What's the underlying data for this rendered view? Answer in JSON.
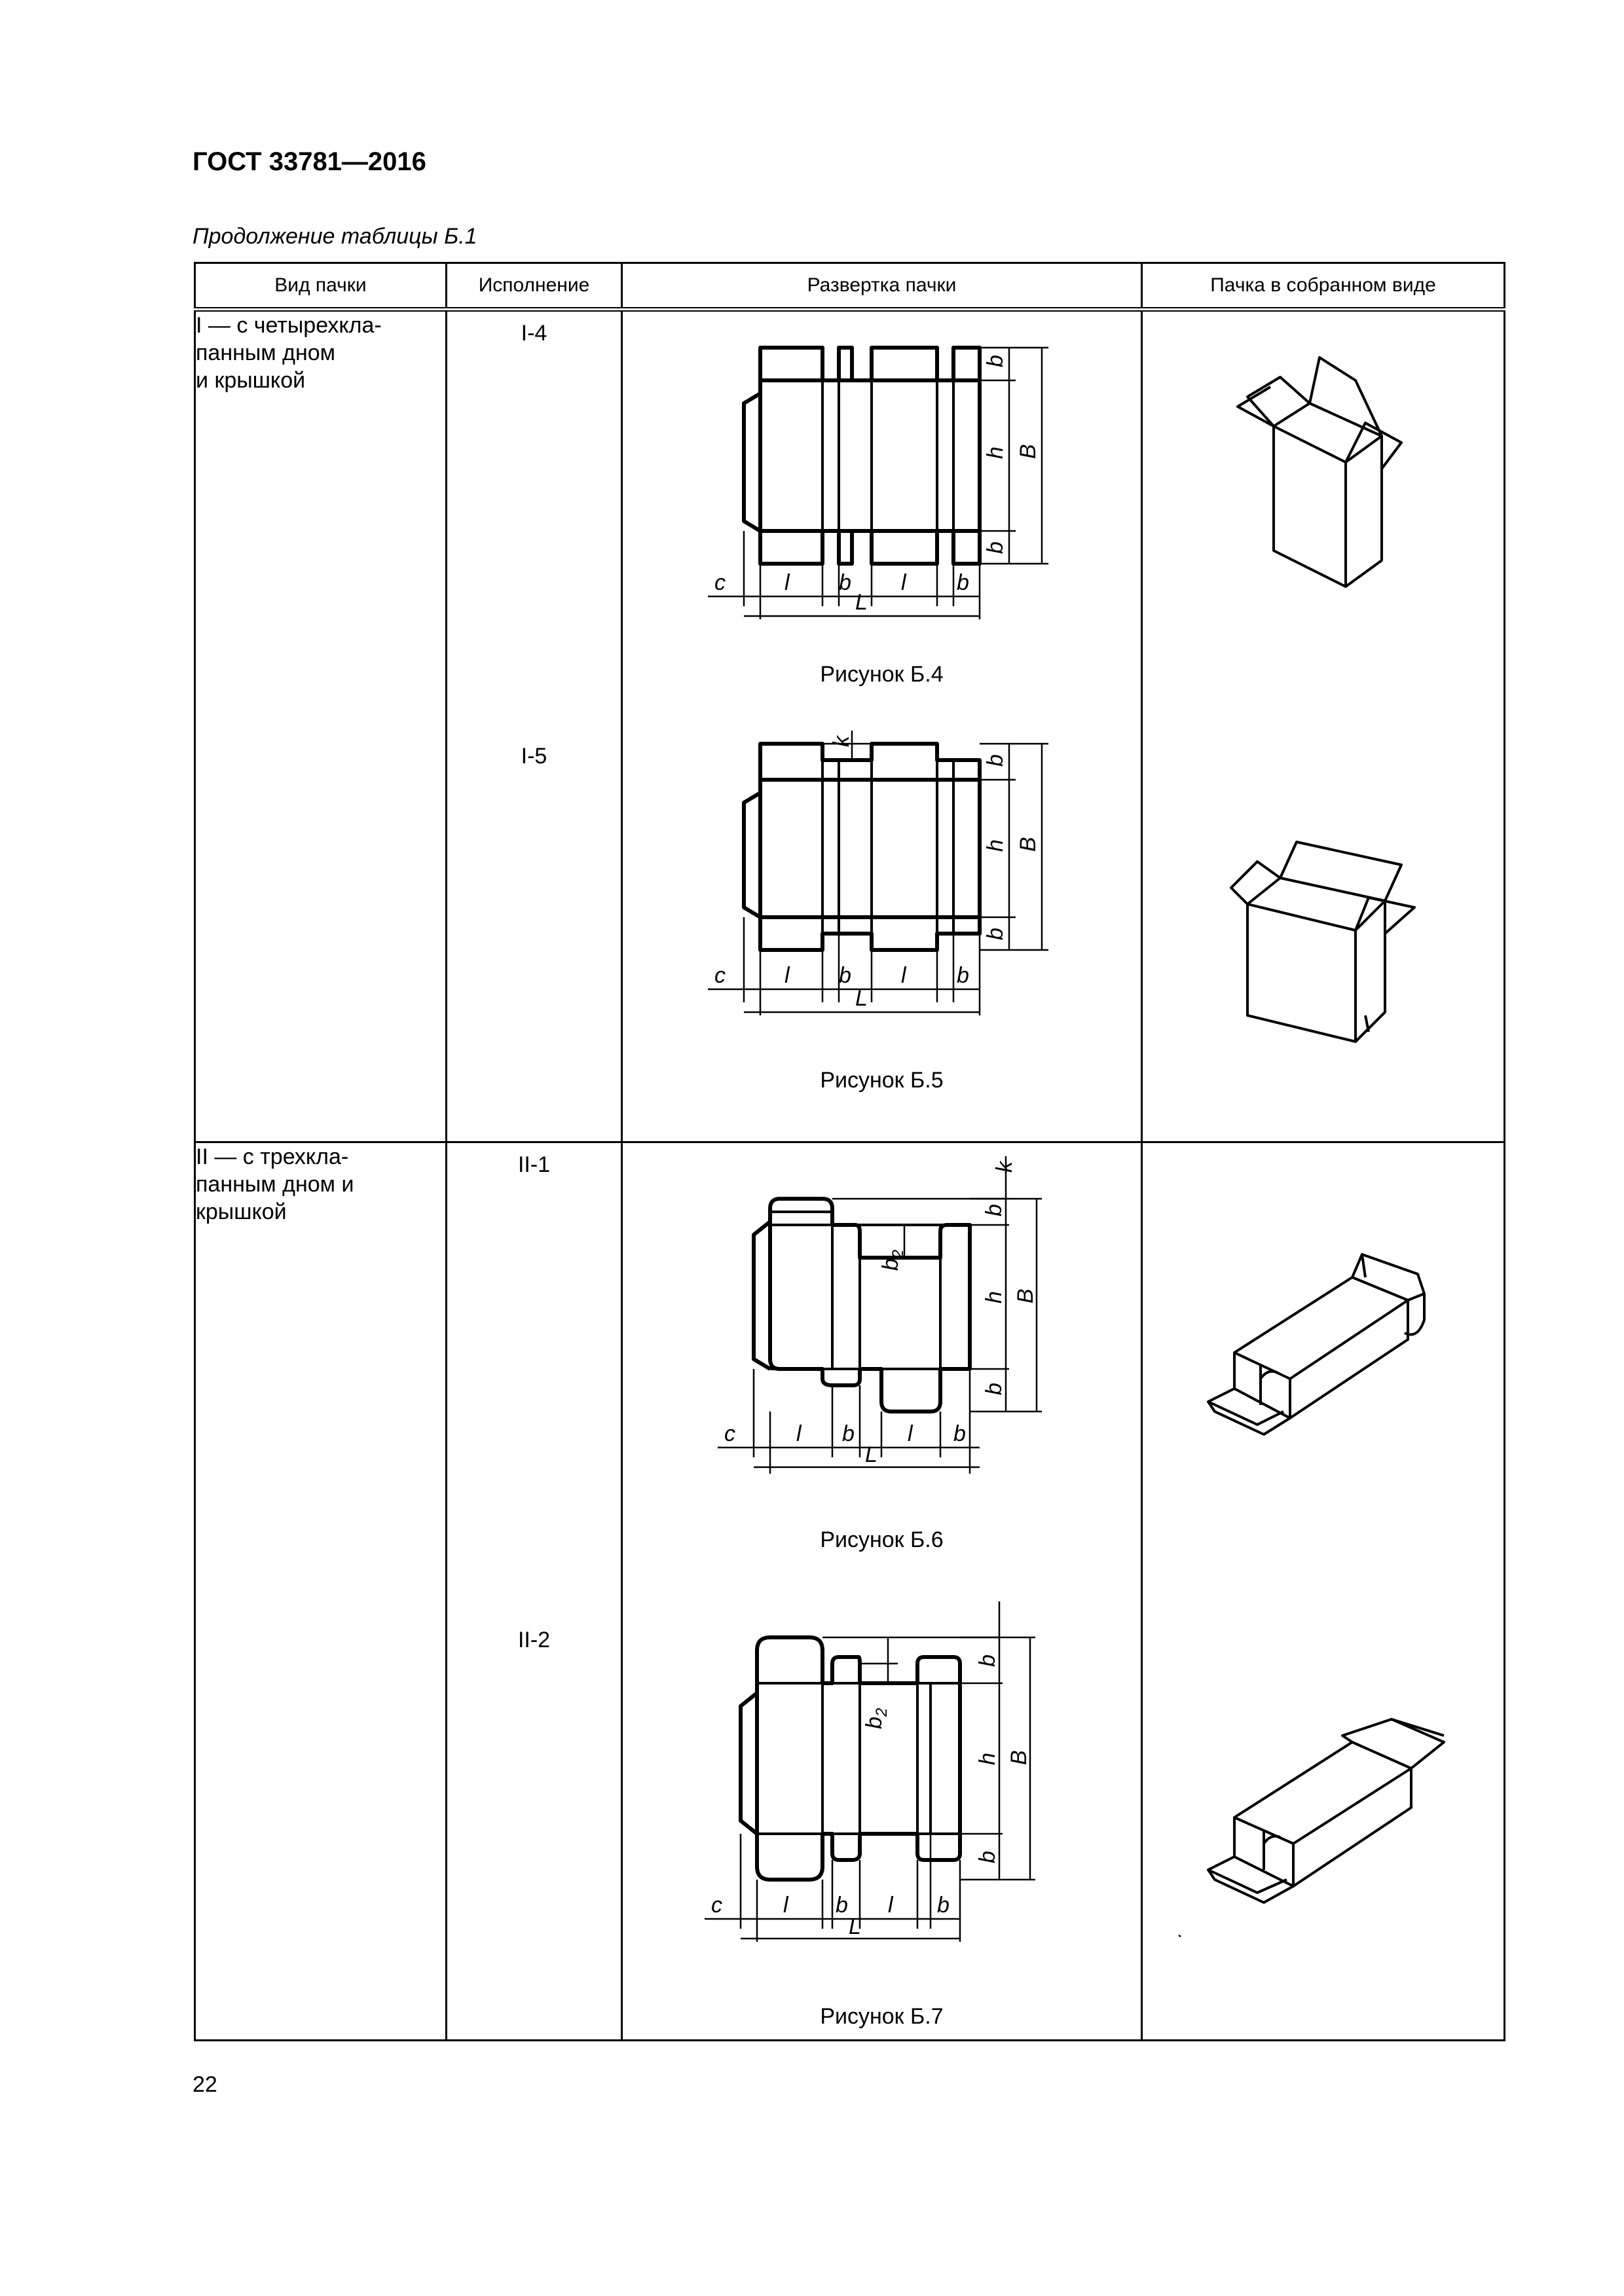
{
  "header": {
    "doc_code": "ГОСТ 33781—2016",
    "table_caption": "Продолжение таблицы Б.1"
  },
  "table": {
    "columns": [
      "Вид пачки",
      "Исполнение",
      "Развертка пачки",
      "Пачка в собранном виде"
    ],
    "sections": [
      {
        "kind": [
          "I — с четырехкла-",
          "панным дном",
          "и крышкой"
        ],
        "rows": [
          {
            "variant": "I-4",
            "figure_caption": "Рисунок Б.4"
          },
          {
            "variant": "I-5",
            "figure_caption": "Рисунок Б.5"
          }
        ]
      },
      {
        "kind": [
          "II — с трехкла-",
          "панным дном и",
          "крышкой"
        ],
        "rows": [
          {
            "variant": "II-1",
            "figure_caption": "Рисунок Б.6"
          },
          {
            "variant": "II-2",
            "figure_caption": "Рисунок Б.7"
          }
        ]
      }
    ]
  },
  "dims": {
    "c": "c",
    "l": "l",
    "b": "b",
    "h": "h",
    "B": "B",
    "L": "L",
    "k": "k",
    "b2": "b",
    "b2_sub": "2"
  },
  "footer": {
    "page_number": "22"
  }
}
